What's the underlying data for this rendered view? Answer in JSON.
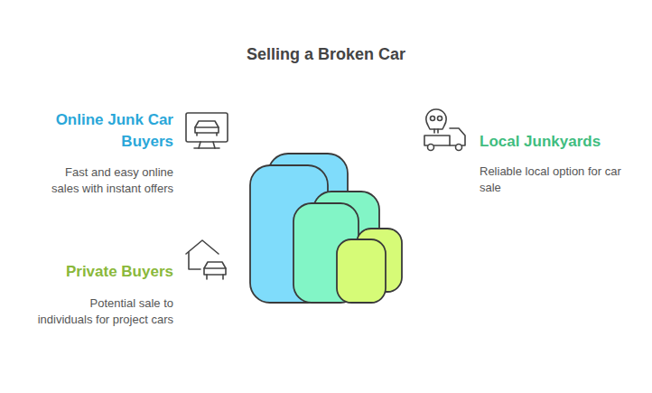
{
  "diagram": {
    "title": "Selling a Broken Car",
    "labels": [
      "Online Junk Car Buyers",
      "Fast and easy online sales with instant offers",
      "Local Junkyards",
      "Reliable local option for car sale",
      "Private Buyers",
      "Potential sale to individuals for project cars"
    ]
  }
}
